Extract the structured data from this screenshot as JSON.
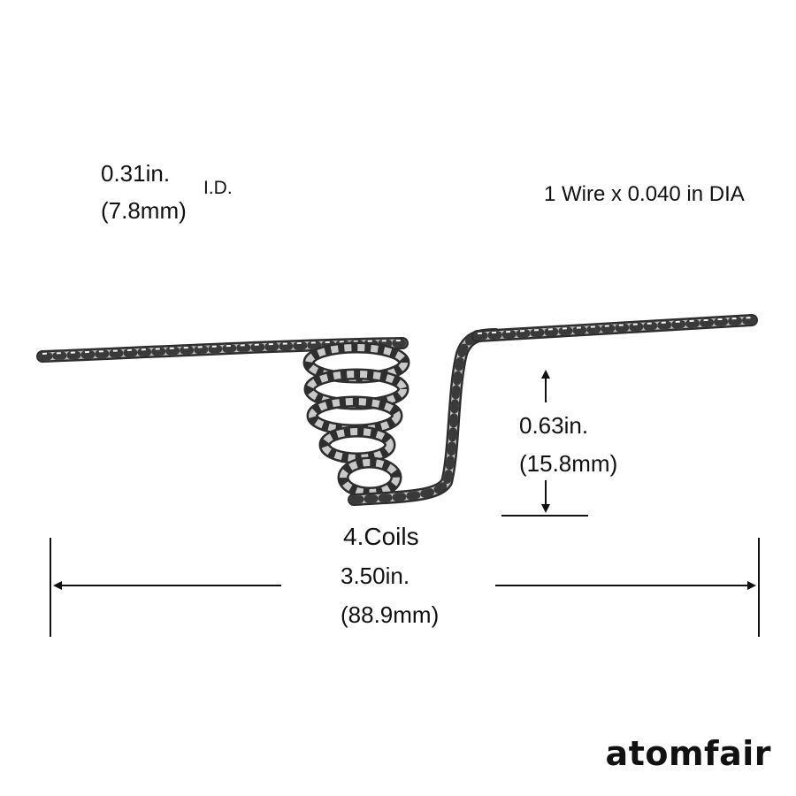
{
  "id_dimension": {
    "inch": "0.31in.",
    "mm": "(7.8mm)",
    "tag": "I.D."
  },
  "wire_spec": "1 Wire x 0.040 in DIA",
  "height_dimension": {
    "inch": "0.63in.",
    "mm": "(15.8mm)"
  },
  "coil_count_label": "4.Coils",
  "length_dimension": {
    "inch": "3.50in.",
    "mm": "(88.9mm)"
  },
  "brand": "atomfair",
  "colors": {
    "wire_dark": "#3a3a3a",
    "wire_light": "#e8e8e8",
    "line": "#111111",
    "background": "#ffffff"
  }
}
